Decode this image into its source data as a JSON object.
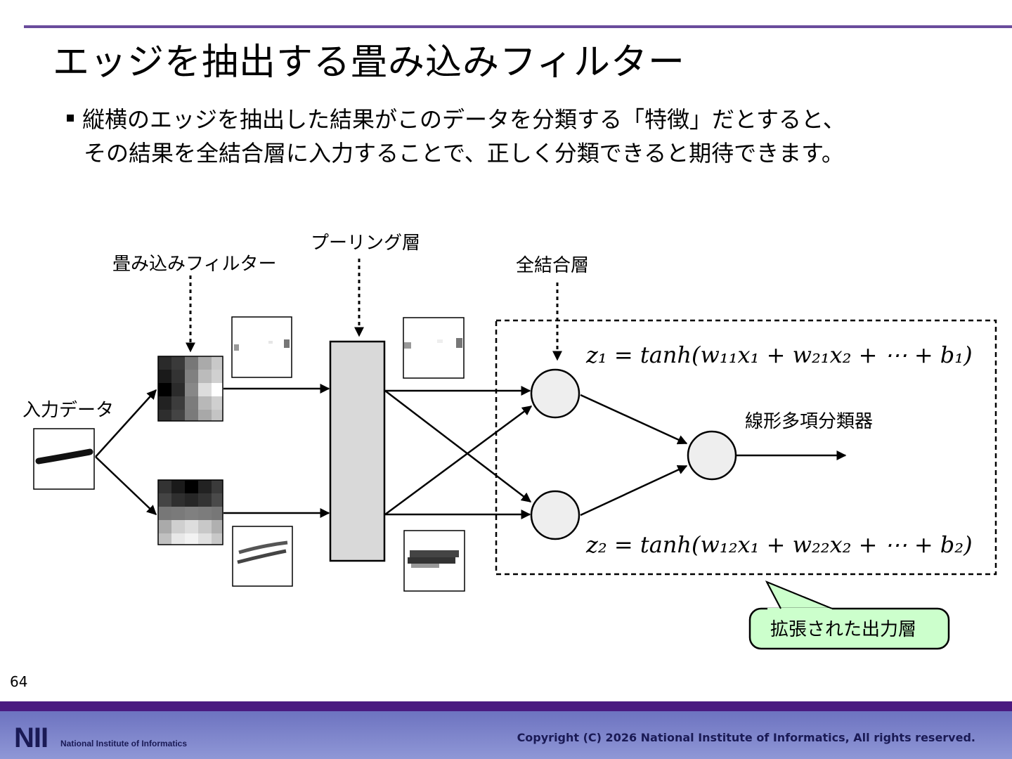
{
  "slide": {
    "title": "エッジを抽出する畳み込みフィルター",
    "bullet_line_1": "縦横のエッジを抽出した結果がこのデータを分類する「特徴」だとすると、",
    "bullet_line_2": "その結果を全結合層に入力することで、正しく分類できると期待できます。",
    "page_number": "64"
  },
  "diagram": {
    "input_label": "入力データ",
    "conv_label": "畳み込みフィルター",
    "pool_label": "プーリング層",
    "fc_label": "全結合層",
    "classifier_label": "線形多項分類器",
    "callout_text": "拡張された出力層",
    "equation_1": "z₁ = tanh(w₁₁x₁ + w₂₁x₂ + ⋯ + b₁)",
    "equation_2": "z₂ = tanh(w₁₂x₁ + w₂₂x₂ + ⋯ + b₂)",
    "colors": {
      "pool_fill": "#d9d9d9",
      "node_fill": "#eeeeee",
      "callout_fill": "#ccffcc"
    }
  },
  "footer": {
    "logo_mark": "NII",
    "logo_text": "National Institute of Informatics",
    "copyright": "Copyright (C) 2026 National Institute of Informatics, All rights reserved."
  }
}
